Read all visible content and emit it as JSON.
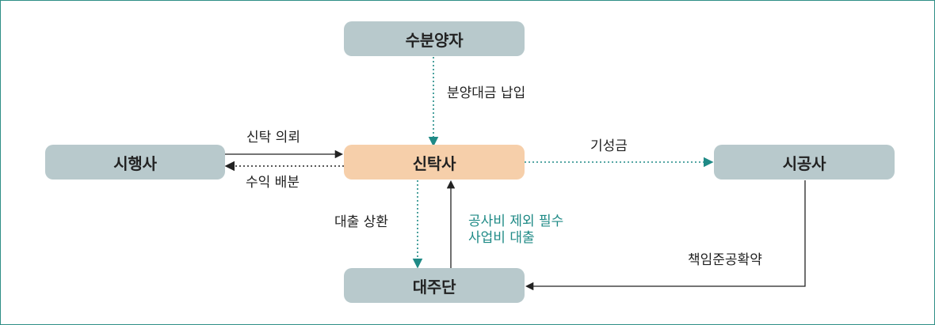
{
  "nodes": {
    "buyers": "수분양자",
    "developer": "시행사",
    "trust_company": "신탁사",
    "contractor": "시공사",
    "lender": "대주단"
  },
  "labels": {
    "sale_payment": "분양대금 납입",
    "trust_request": "신탁 의뢰",
    "profit_distribution": "수익 배분",
    "progress_payment": "기성금",
    "loan_repayment": "대출 상환",
    "excluding_construction_line1": "공사비 제외 필수",
    "excluding_construction_line2": "사업비 대출",
    "completion_guarantee": "책임준공확약"
  },
  "colors": {
    "node_default": "#b8c9cc",
    "node_trust": "#f6cfaa",
    "teal_accent": "#1f8a86",
    "frame_border": "#2f8f86",
    "text_dark": "#222222"
  }
}
